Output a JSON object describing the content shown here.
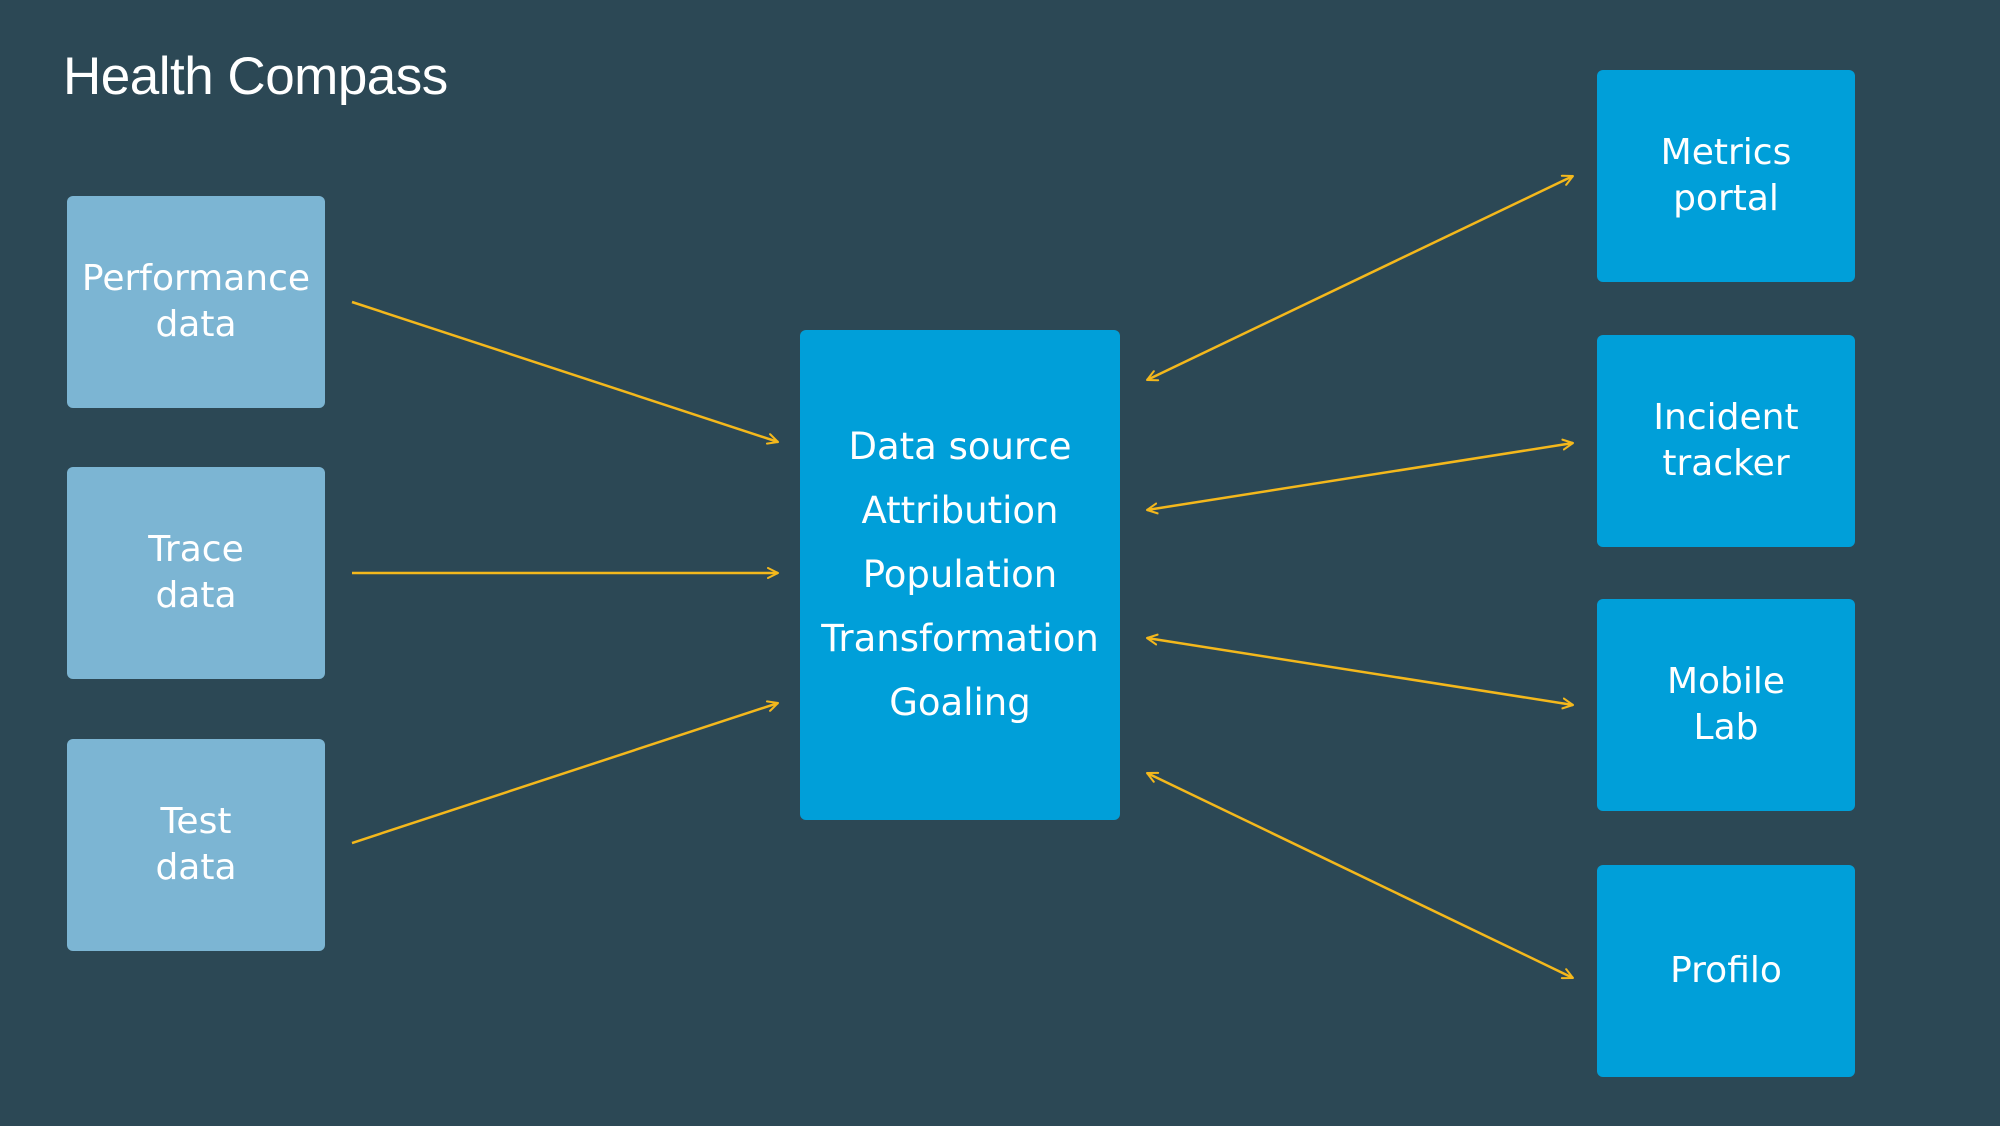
{
  "title": "Health Compass",
  "colors": {
    "background": "#2c4855",
    "source_box": "#7cb5d3",
    "core_box": "#009fd9",
    "consumer_box": "#009fd9",
    "arrow": "#f4b81c",
    "text": "#ffffff"
  },
  "sources": [
    {
      "line1": "Performance",
      "line2": "data"
    },
    {
      "line1": "Trace",
      "line2": "data"
    },
    {
      "line1": "Test",
      "line2": "data"
    }
  ],
  "core": {
    "items": [
      "Data source",
      "Attribution",
      "Population",
      "Transformation",
      "Goaling"
    ]
  },
  "consumers": [
    {
      "line1": "Metrics",
      "line2": "portal"
    },
    {
      "line1": "Incident",
      "line2": "tracker"
    },
    {
      "line1": "Mobile",
      "line2": "Lab"
    },
    {
      "line1": "Profilo",
      "line2": ""
    }
  ],
  "edges": [
    {
      "from": "Performance data",
      "to": "Core",
      "direction": "one-way"
    },
    {
      "from": "Trace data",
      "to": "Core",
      "direction": "one-way"
    },
    {
      "from": "Test data",
      "to": "Core",
      "direction": "one-way"
    },
    {
      "from": "Core",
      "to": "Metrics portal",
      "direction": "bidirectional"
    },
    {
      "from": "Core",
      "to": "Incident tracker",
      "direction": "bidirectional"
    },
    {
      "from": "Core",
      "to": "Mobile Lab",
      "direction": "bidirectional"
    },
    {
      "from": "Core",
      "to": "Profilo",
      "direction": "bidirectional"
    }
  ]
}
